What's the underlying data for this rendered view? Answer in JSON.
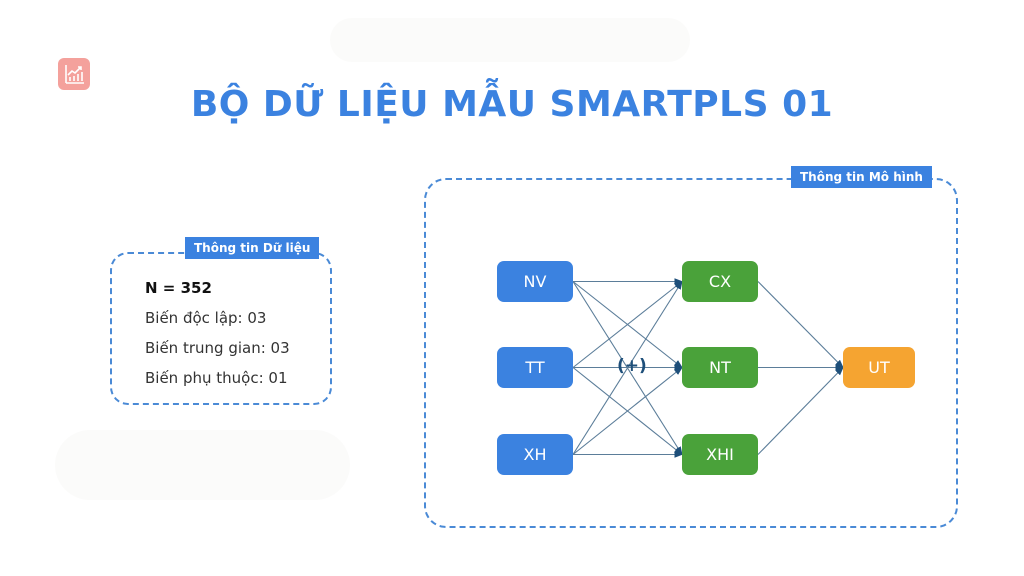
{
  "logo": {
    "icon": "chart-growth-icon",
    "color": "#f4a19c"
  },
  "title": "BỘ DỮ LIỆU MẪU SMARTPLS 01",
  "data_panel": {
    "tag": "Thông tin Dữ liệu",
    "items": [
      "N = 352",
      "Biến độc lập: 03",
      "Biến trung gian: 03",
      "Biến phụ thuộc: 01"
    ]
  },
  "model_panel": {
    "tag": "Thông tin Mô hình",
    "moderator_label": "(+)",
    "colors": {
      "independent": "#3b82e0",
      "mediator": "#4aa23a",
      "dependent": "#f5a431",
      "edge": "#5b7d99"
    },
    "nodes": [
      {
        "id": "NV",
        "label": "NV",
        "role": "independent"
      },
      {
        "id": "TT",
        "label": "TT",
        "role": "independent"
      },
      {
        "id": "XH",
        "label": "XH",
        "role": "independent"
      },
      {
        "id": "CX",
        "label": "CX",
        "role": "mediator"
      },
      {
        "id": "NT",
        "label": "NT",
        "role": "mediator"
      },
      {
        "id": "XHI",
        "label": "XHI",
        "role": "mediator"
      },
      {
        "id": "UT",
        "label": "UT",
        "role": "dependent"
      }
    ],
    "edges": [
      [
        "NV",
        "CX"
      ],
      [
        "NV",
        "NT"
      ],
      [
        "NV",
        "XHI"
      ],
      [
        "TT",
        "CX"
      ],
      [
        "TT",
        "NT"
      ],
      [
        "TT",
        "XHI"
      ],
      [
        "XH",
        "CX"
      ],
      [
        "XH",
        "NT"
      ],
      [
        "XH",
        "XHI"
      ],
      [
        "CX",
        "UT"
      ],
      [
        "NT",
        "UT"
      ],
      [
        "XHI",
        "UT"
      ]
    ]
  }
}
